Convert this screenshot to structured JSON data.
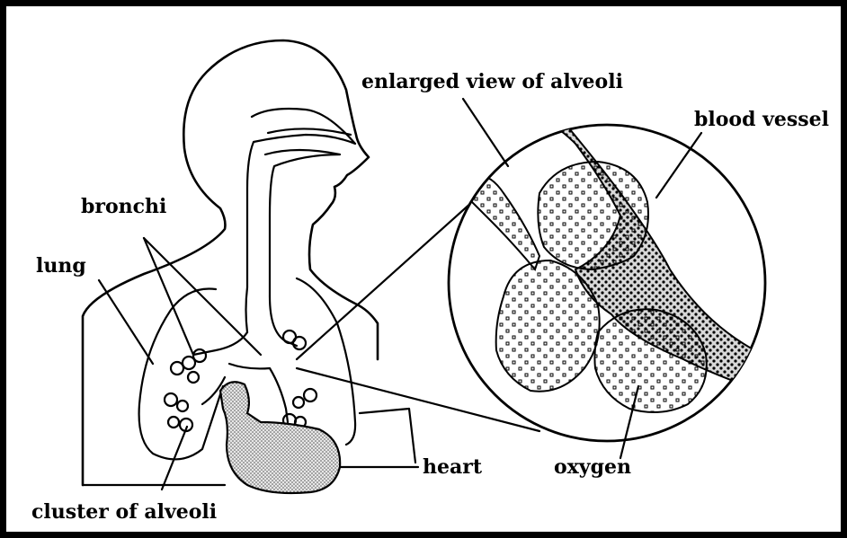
{
  "labels": {
    "enlarged_view": "enlarged view of alveoli",
    "blood_vessel": "blood vessel",
    "bronchi": "bronchi",
    "lung": "lung",
    "heart": "heart",
    "oxygen": "oxygen",
    "cluster": "cluster of alveoli"
  }
}
